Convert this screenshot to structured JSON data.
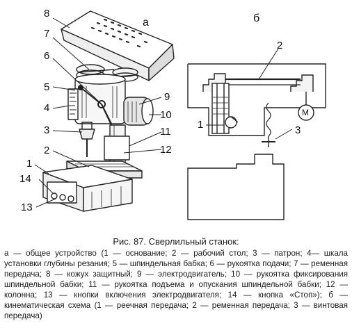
{
  "figure": {
    "panel_a": "а",
    "panel_b": "б",
    "callouts_a": [
      "8",
      "7",
      "6",
      "5",
      "4",
      "3",
      "2",
      "1",
      "14",
      "13",
      "9",
      "10",
      "11",
      "12"
    ],
    "callouts_b": [
      "2",
      "1",
      "3"
    ],
    "motor_label": "М"
  },
  "caption": {
    "title": "Рис. 87. Сверлильный станок:",
    "text": "а — общее устройство (1 — основание; 2 — рабочий стол; 3 — патрон; 4— шкала установки глубины резания; 5 — шпиндельная бабка; 6 — рукоятка подачи; 7 — ременная передача; 8 — кожух защитный; 9 — электродвигатель; 10 — рукоятка фиксирования шпиндельной бабки; 11 — рукоятка подъема и опускания шпиндельной бабки; 12 — колонна; 13 — кнопки включения электродвигателя; 14 — кнопка «Стоп»); б — кинематическая схема (1 — реечная передача; 2 — ременная передача; 3 — винтовая передача)"
  }
}
